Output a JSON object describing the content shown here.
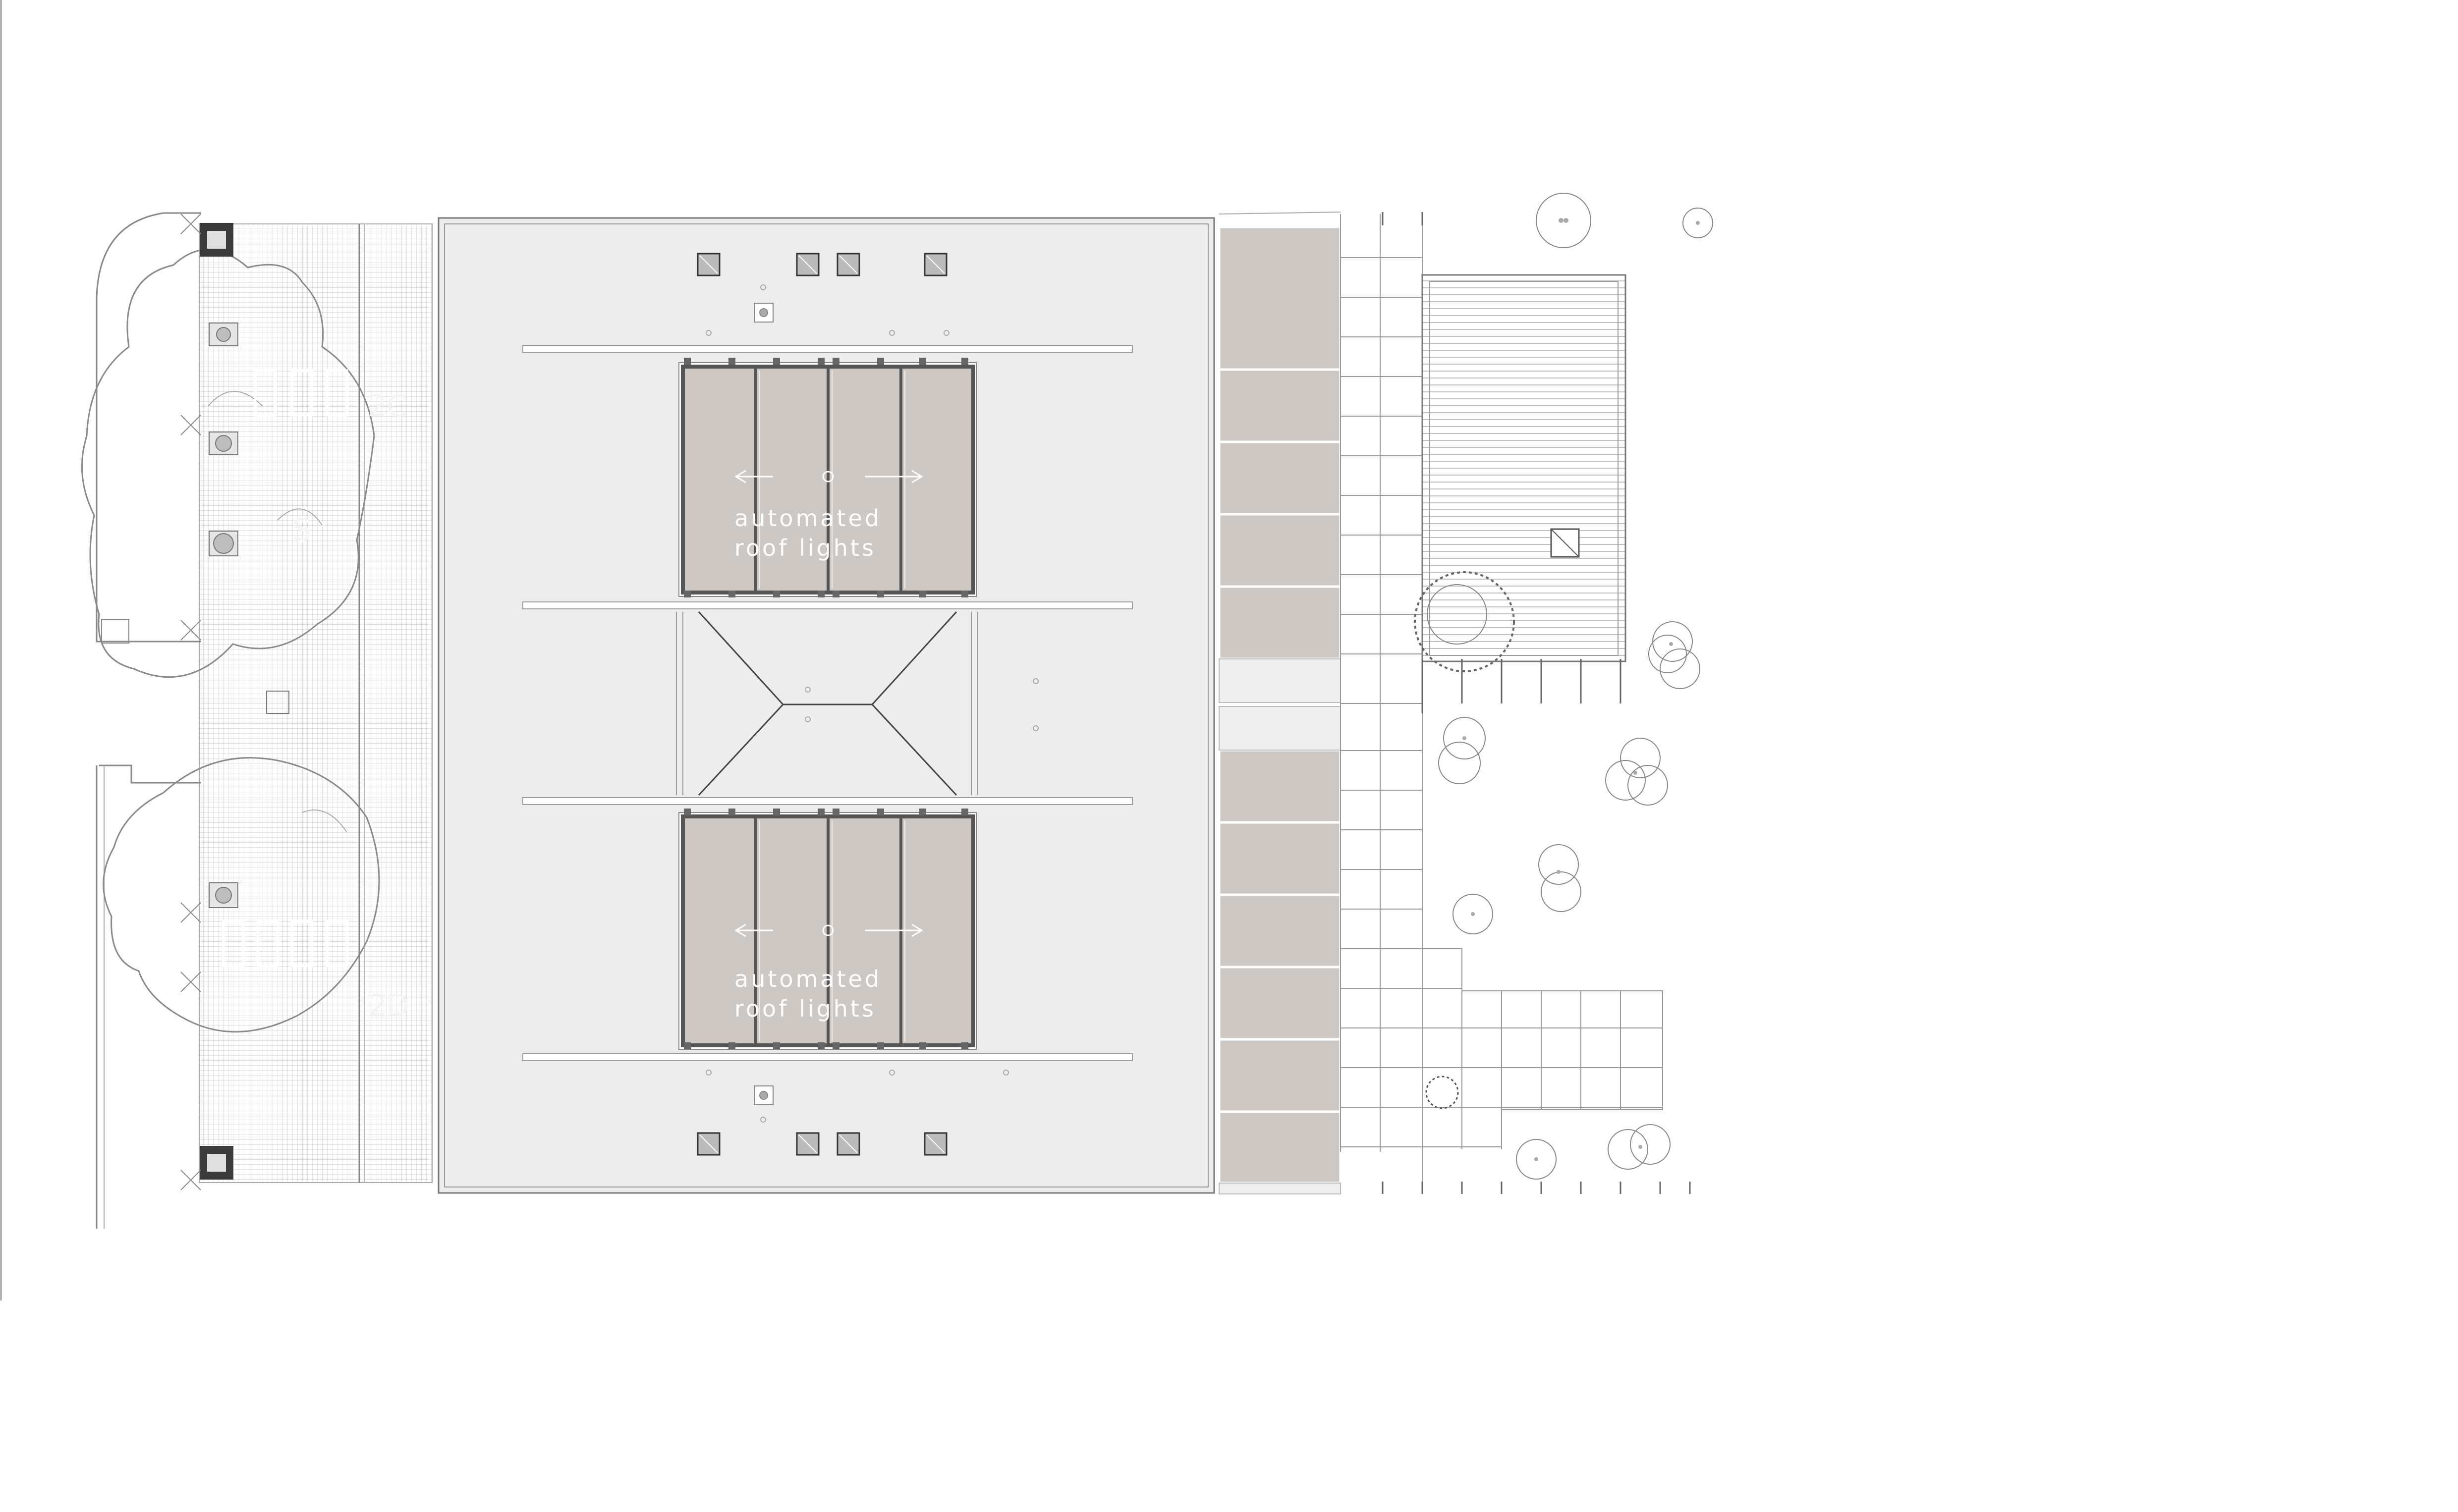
{
  "drawing": {
    "roof_light_label_line1": "automated",
    "roof_light_label_line2": "roof lights",
    "room_tag_top": "2C",
    "room_tag_bottom": "2D",
    "room_tag_mid": "S"
  },
  "colors": {
    "background": "#ffffff",
    "roof_fill": "#ededed",
    "skylight_fill": "#cdc8c3",
    "skylight_frame": "#555555",
    "line": "#8a8a8a",
    "hatch": "#cccccc"
  }
}
